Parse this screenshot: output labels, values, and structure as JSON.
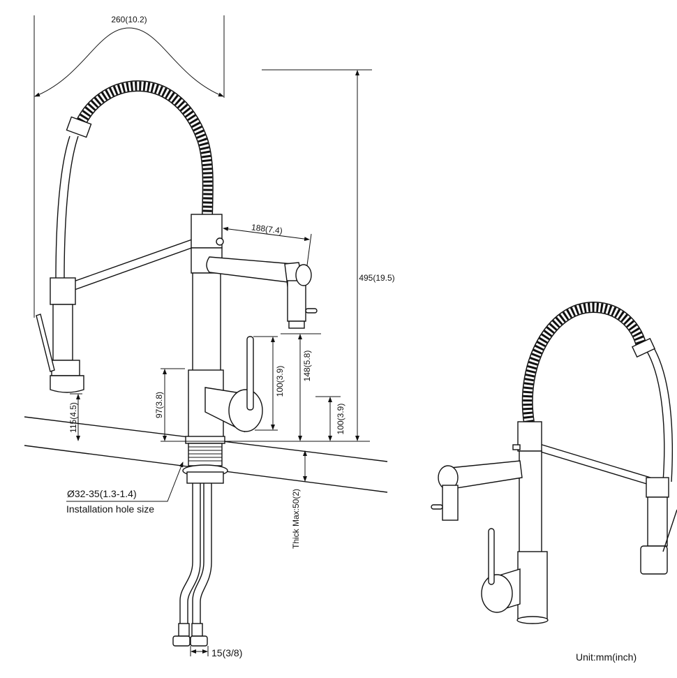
{
  "dimensions": {
    "spread_width": "260(10.2)",
    "spout_reach": "188(7.4)",
    "total_height": "495(19.5)",
    "spout_clearance": "148(5.8)",
    "handle_height": "100(3.9)",
    "outlet_height": "100(3.9)",
    "base_height": "97(3.8)",
    "sprayer_clearance": "115(4.5)",
    "deck_thickness": "Thick Max:50(2)",
    "hose_connector": "15(3/8)"
  },
  "installation": {
    "hole_diameter": "Ø32-35(1.3-1.4)",
    "hole_label": "Installation hole size"
  },
  "unit_label": "Unit:mm(inch)"
}
